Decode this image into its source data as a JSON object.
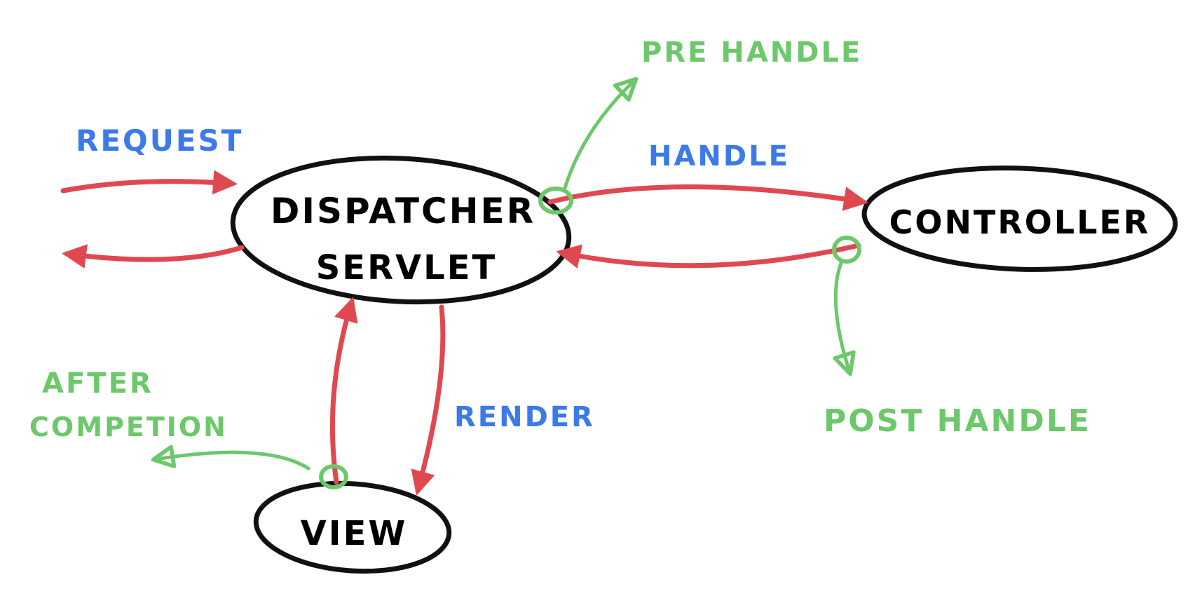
{
  "colors": {
    "node_stroke": "#111111",
    "flow_arrow": "#e0484f",
    "action_label": "#3b7ae8",
    "hook": "#6cc86a"
  },
  "nodes": {
    "dispatcher": {
      "line1": "DISPATCHER",
      "line2": "SERVLET"
    },
    "controller": {
      "label": "CONTROLLER"
    },
    "view": {
      "label": "VIEW"
    }
  },
  "action_labels": {
    "request": "REQUEST",
    "handle": "HANDLE",
    "render": "RENDER"
  },
  "hook_labels": {
    "prehandle": "PRE HANDLE",
    "posthandle": "POST HANDLE",
    "after_line1": "AFTER",
    "after_line2": "COMPETION"
  }
}
